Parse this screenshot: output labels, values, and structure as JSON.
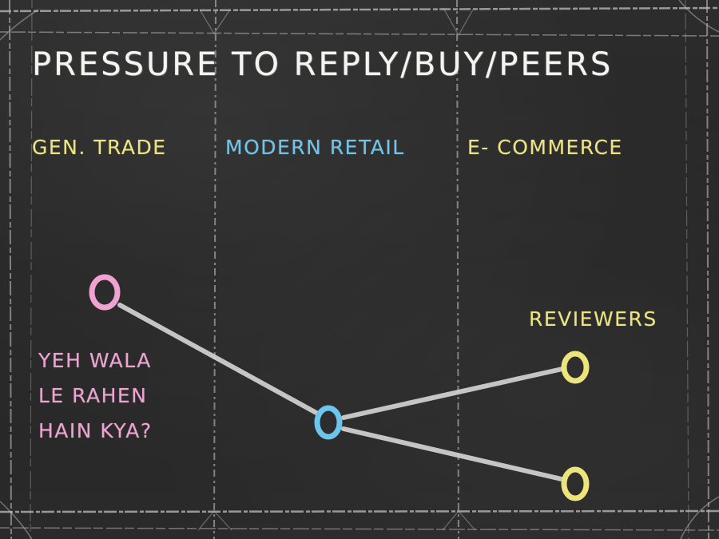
{
  "slide": {
    "title": "PRESSURE TO REPLY/BUY/PEERS",
    "columns": [
      {
        "label": "GEN. TRADE"
      },
      {
        "label": "MODERN RETAIL"
      },
      {
        "label": "E- COMMERCE"
      }
    ],
    "quote_lines": [
      "YEH WALA",
      "LE RAHEN",
      "HAIN KYA?"
    ],
    "reviewers_label": "REVIEWERS"
  },
  "colors": {
    "chalk_white": "#f4f4f0",
    "chalk_yellow": "#ede57c",
    "chalk_blue": "#6cc5ec",
    "chalk_pink": "#f0a3d3",
    "line_gray": "#d6d6d6",
    "frame_gray": "#bdbdbd"
  },
  "diagram": {
    "nodes": [
      {
        "id": "shopper",
        "column": "GEN. TRADE",
        "color": "chalk_pink"
      },
      {
        "id": "hub",
        "column": "MODERN RETAIL",
        "color": "chalk_blue"
      },
      {
        "id": "reviewer-1",
        "column": "E- COMMERCE",
        "color": "chalk_yellow"
      },
      {
        "id": "reviewer-2",
        "column": "E- COMMERCE",
        "color": "chalk_yellow"
      }
    ],
    "edges": [
      {
        "from": "shopper",
        "to": "hub"
      },
      {
        "from": "hub",
        "to": "reviewer-1"
      },
      {
        "from": "hub",
        "to": "reviewer-2"
      }
    ]
  }
}
